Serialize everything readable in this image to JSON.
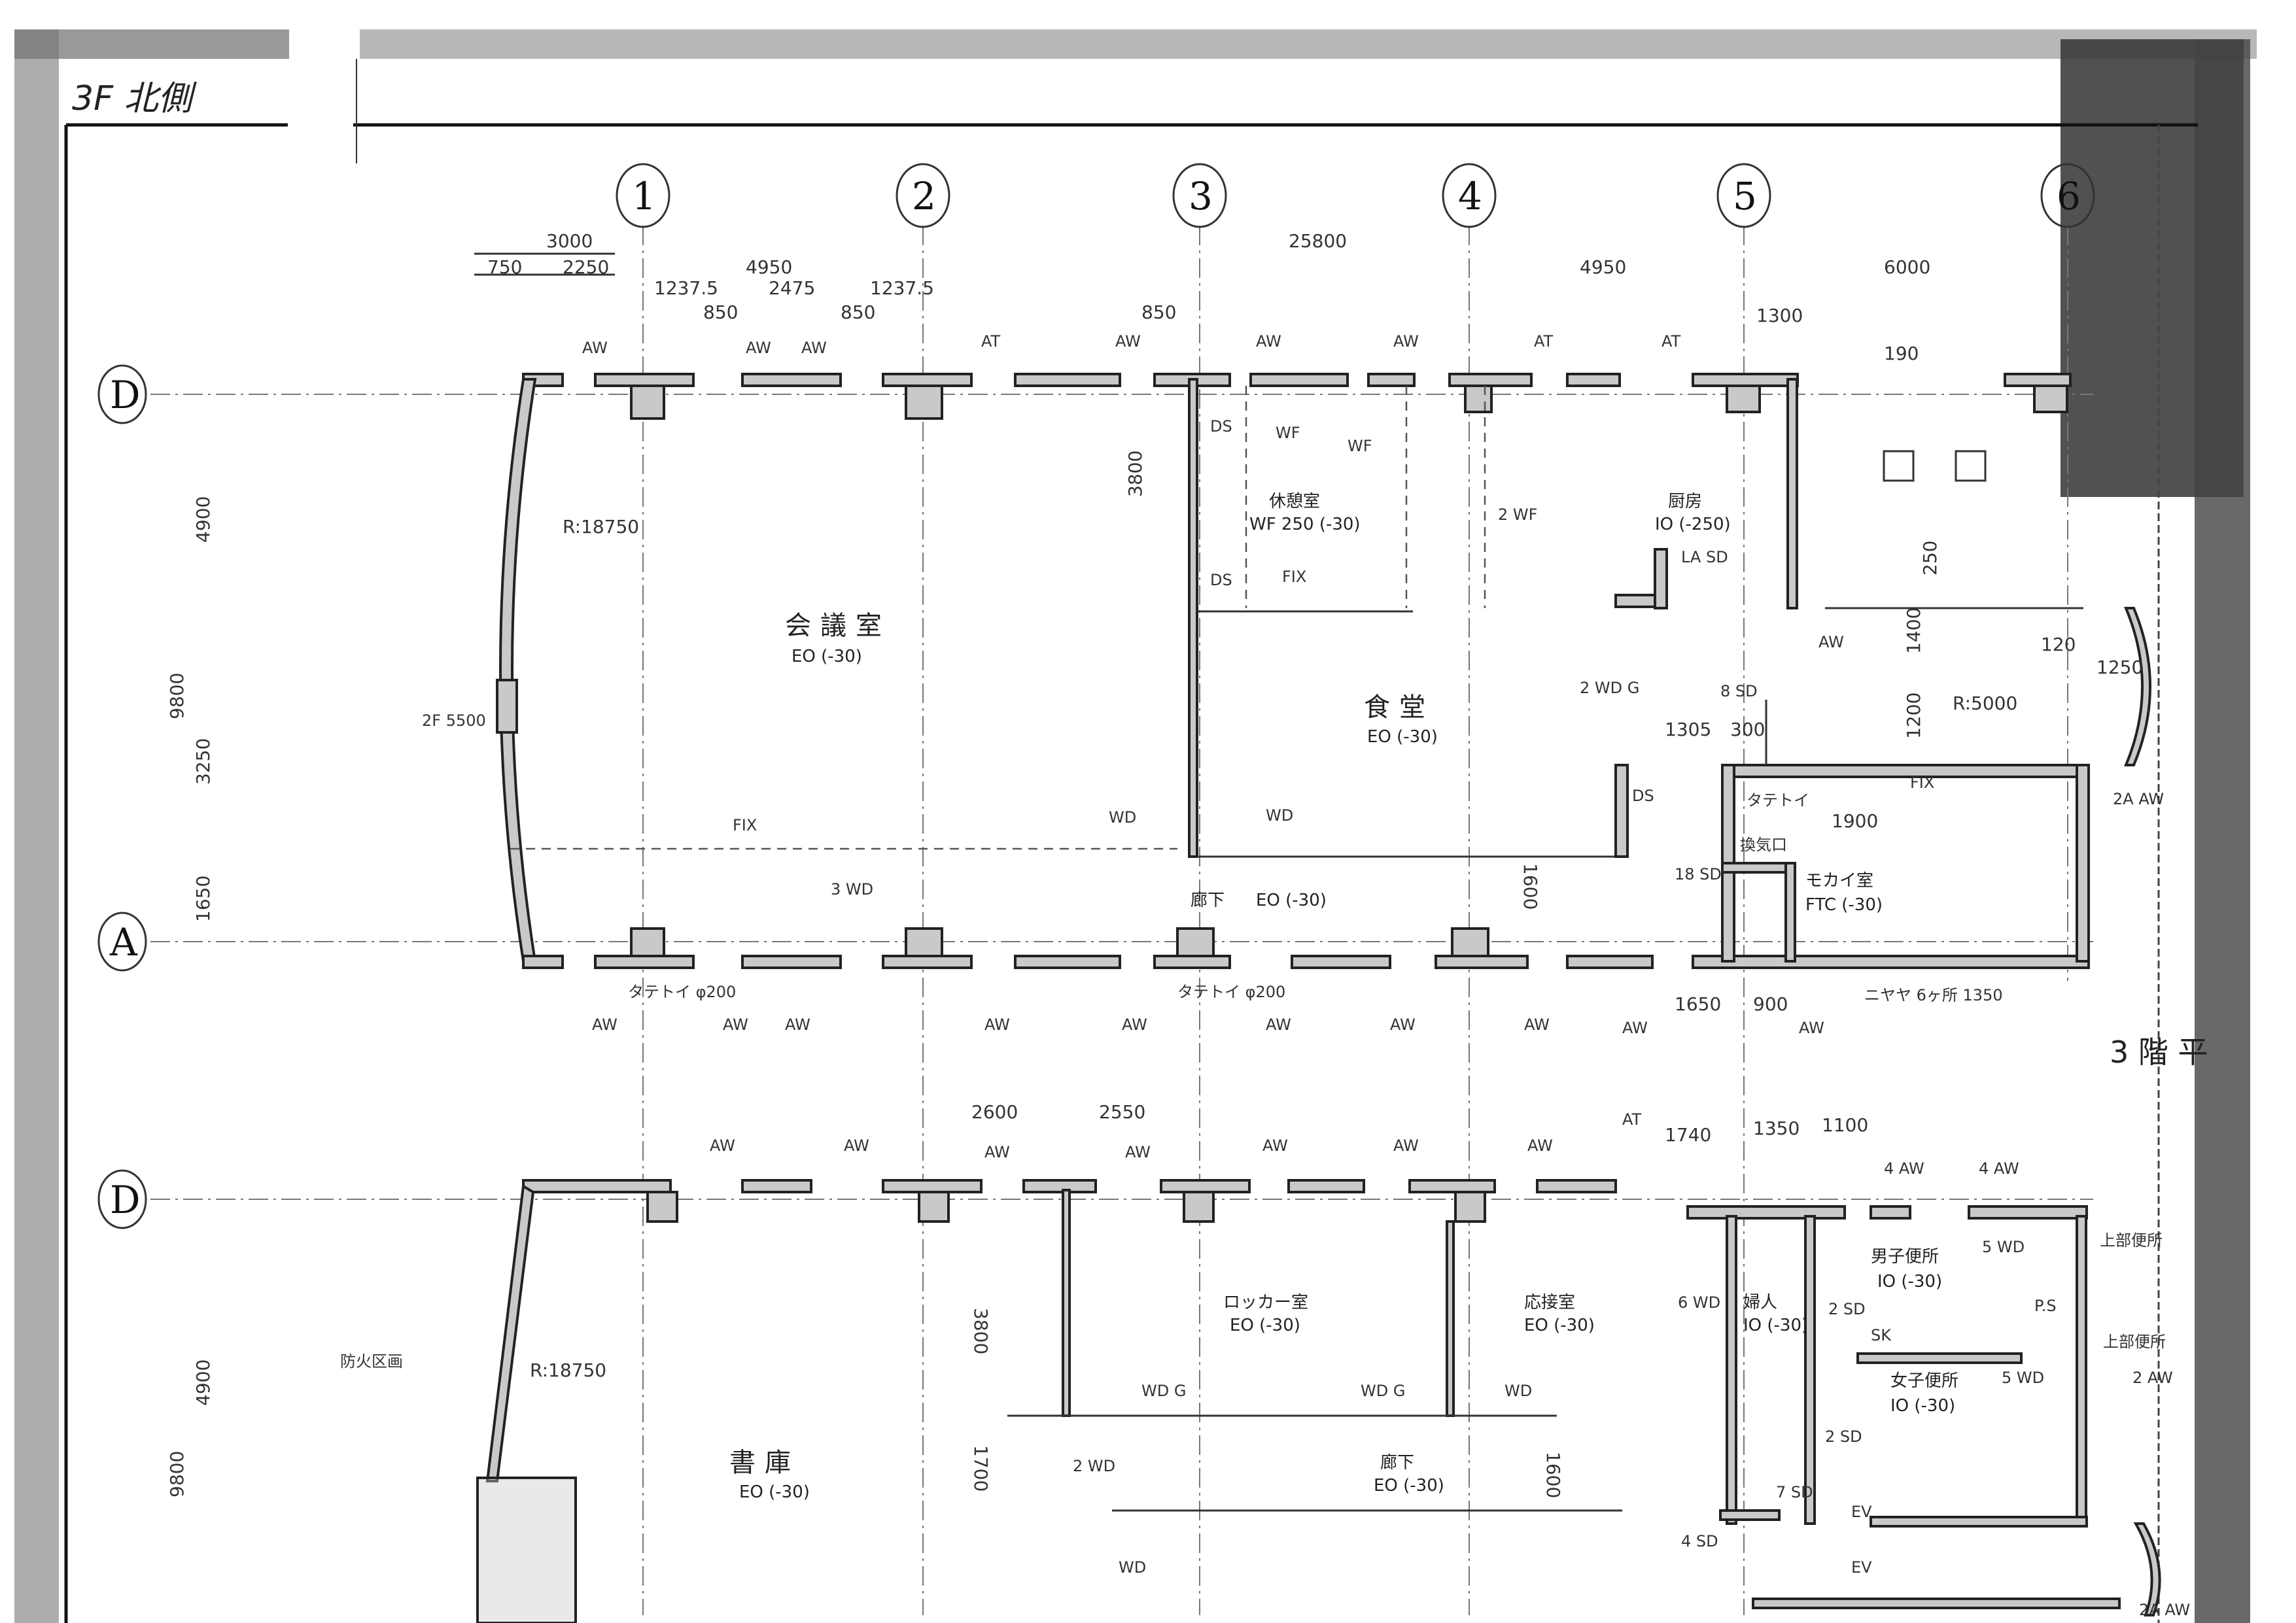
{
  "sheet": {
    "title": "3F 北側",
    "floor_label": "3 階 平"
  },
  "grid": {
    "columns": [
      "1",
      "2",
      "3",
      "4",
      "5",
      "6"
    ],
    "rows_upper": [
      "D",
      "A"
    ],
    "rows_lower": [
      "D"
    ]
  },
  "dimensions_upper": [
    "3000",
    "750",
    "2250",
    "4950",
    "2475",
    "1237.5",
    "850",
    "1237.5",
    "850",
    "25800",
    "850",
    "4950",
    "6000",
    "1300",
    "R:18750",
    "9800",
    "4900",
    "3250",
    "1650",
    "1600",
    "1305",
    "300",
    "1650",
    "900",
    "1900",
    "R:5000",
    "1400",
    "1200",
    "250",
    "190",
    "120",
    "1250",
    "3800"
  ],
  "dimensions_lower": [
    "2600",
    "2550",
    "1740",
    "1350",
    "1100",
    "4900",
    "9800",
    "R:18750",
    "3800",
    "1700",
    "1600"
  ],
  "rooms_upper": [
    {
      "name": "会議室",
      "finish": "EO (-30)"
    },
    {
      "name": "食堂",
      "finish": "EO (-30)"
    },
    {
      "name": "休憩室",
      "finish": "WF 250 (-30)"
    },
    {
      "name": "厨房",
      "finish": "IO (-250)"
    },
    {
      "name": "廊下",
      "finish": "EO (-30)"
    },
    {
      "name": "モカイ室",
      "finish": "FTC (-30)"
    }
  ],
  "rooms_lower": [
    {
      "name": "ロッカー室",
      "finish": "EO (-30)"
    },
    {
      "name": "応接室",
      "finish": "EO (-30)"
    },
    {
      "name": "書庫",
      "finish": "EO (-30)"
    },
    {
      "name": "廊下",
      "finish": "EO (-30)"
    },
    {
      "name": "婦人",
      "finish": "IO (-30)"
    },
    {
      "name": "男子便所",
      "finish": "IO (-30)"
    },
    {
      "name": "女子便所",
      "finish": "IO (-30)"
    }
  ],
  "markers_upper": [
    "AW",
    "AW",
    "AW",
    "AT",
    "AW",
    "AW",
    "AW",
    "AT",
    "AT",
    "AW",
    "AW",
    "AW",
    "AW",
    "AW",
    "AW",
    "AW",
    "AW",
    "AW",
    "AW",
    "WD",
    "WD",
    "3 WD",
    "2 WD G",
    "8 SD",
    "18 SD",
    "2A AW",
    "AW",
    "WF",
    "WF",
    "2 WF",
    "DS",
    "DS",
    "DS",
    "LA SD",
    "2F 5500",
    "FIX",
    "FIX",
    "FIX"
  ],
  "markers_lower": [
    "AW",
    "AW",
    "AW",
    "AW",
    "AW",
    "AW",
    "AW",
    "AT",
    "4 AW",
    "4 AW",
    "WD G",
    "WD G",
    "WD",
    "2 WD",
    "WD",
    "6 WD",
    "2 SD",
    "2 SD",
    "5 WD",
    "5 WD",
    "7 SD",
    "4 SD",
    "SK",
    "P.S",
    "2 AW",
    "2A AW",
    "防火区画"
  ],
  "notes_upper": [
    "タテトイ φ200",
    "タテトイ φ200",
    "ニヤヤ 6ヶ所 1350",
    "換気口",
    "タテトイ"
  ],
  "notes_lower": [
    "上部便所",
    "上部便所",
    "EV",
    "EV"
  ]
}
